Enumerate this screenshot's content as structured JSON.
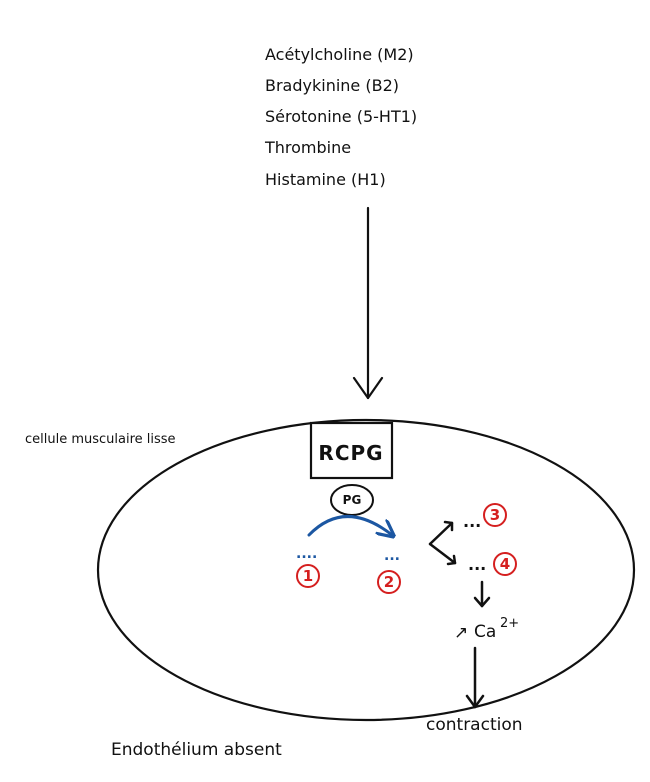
{
  "agonists": [
    "Acétylcholine (M2)",
    "Bradykinine (B2)",
    "Sérotonine (5-HT1)",
    "Thrombine",
    "Histamine (H1)"
  ],
  "cell_label": "cellule musculaire lisse",
  "receptor_label": "RCPG",
  "g_protein_label": "PG",
  "placeholders": {
    "one": "....",
    "two": "...",
    "three": "...",
    "four": "..."
  },
  "step_numbers": [
    "1",
    "2",
    "3",
    "4"
  ],
  "calcium": {
    "arrow": "↗",
    "label": "Ca",
    "superscript": "2+"
  },
  "outcome": "contraction",
  "condition": "Endothélium absent",
  "colors": {
    "outline": "#111111",
    "step_number": "#d51f1f",
    "pathway_arrow": "#1c57a2"
  }
}
